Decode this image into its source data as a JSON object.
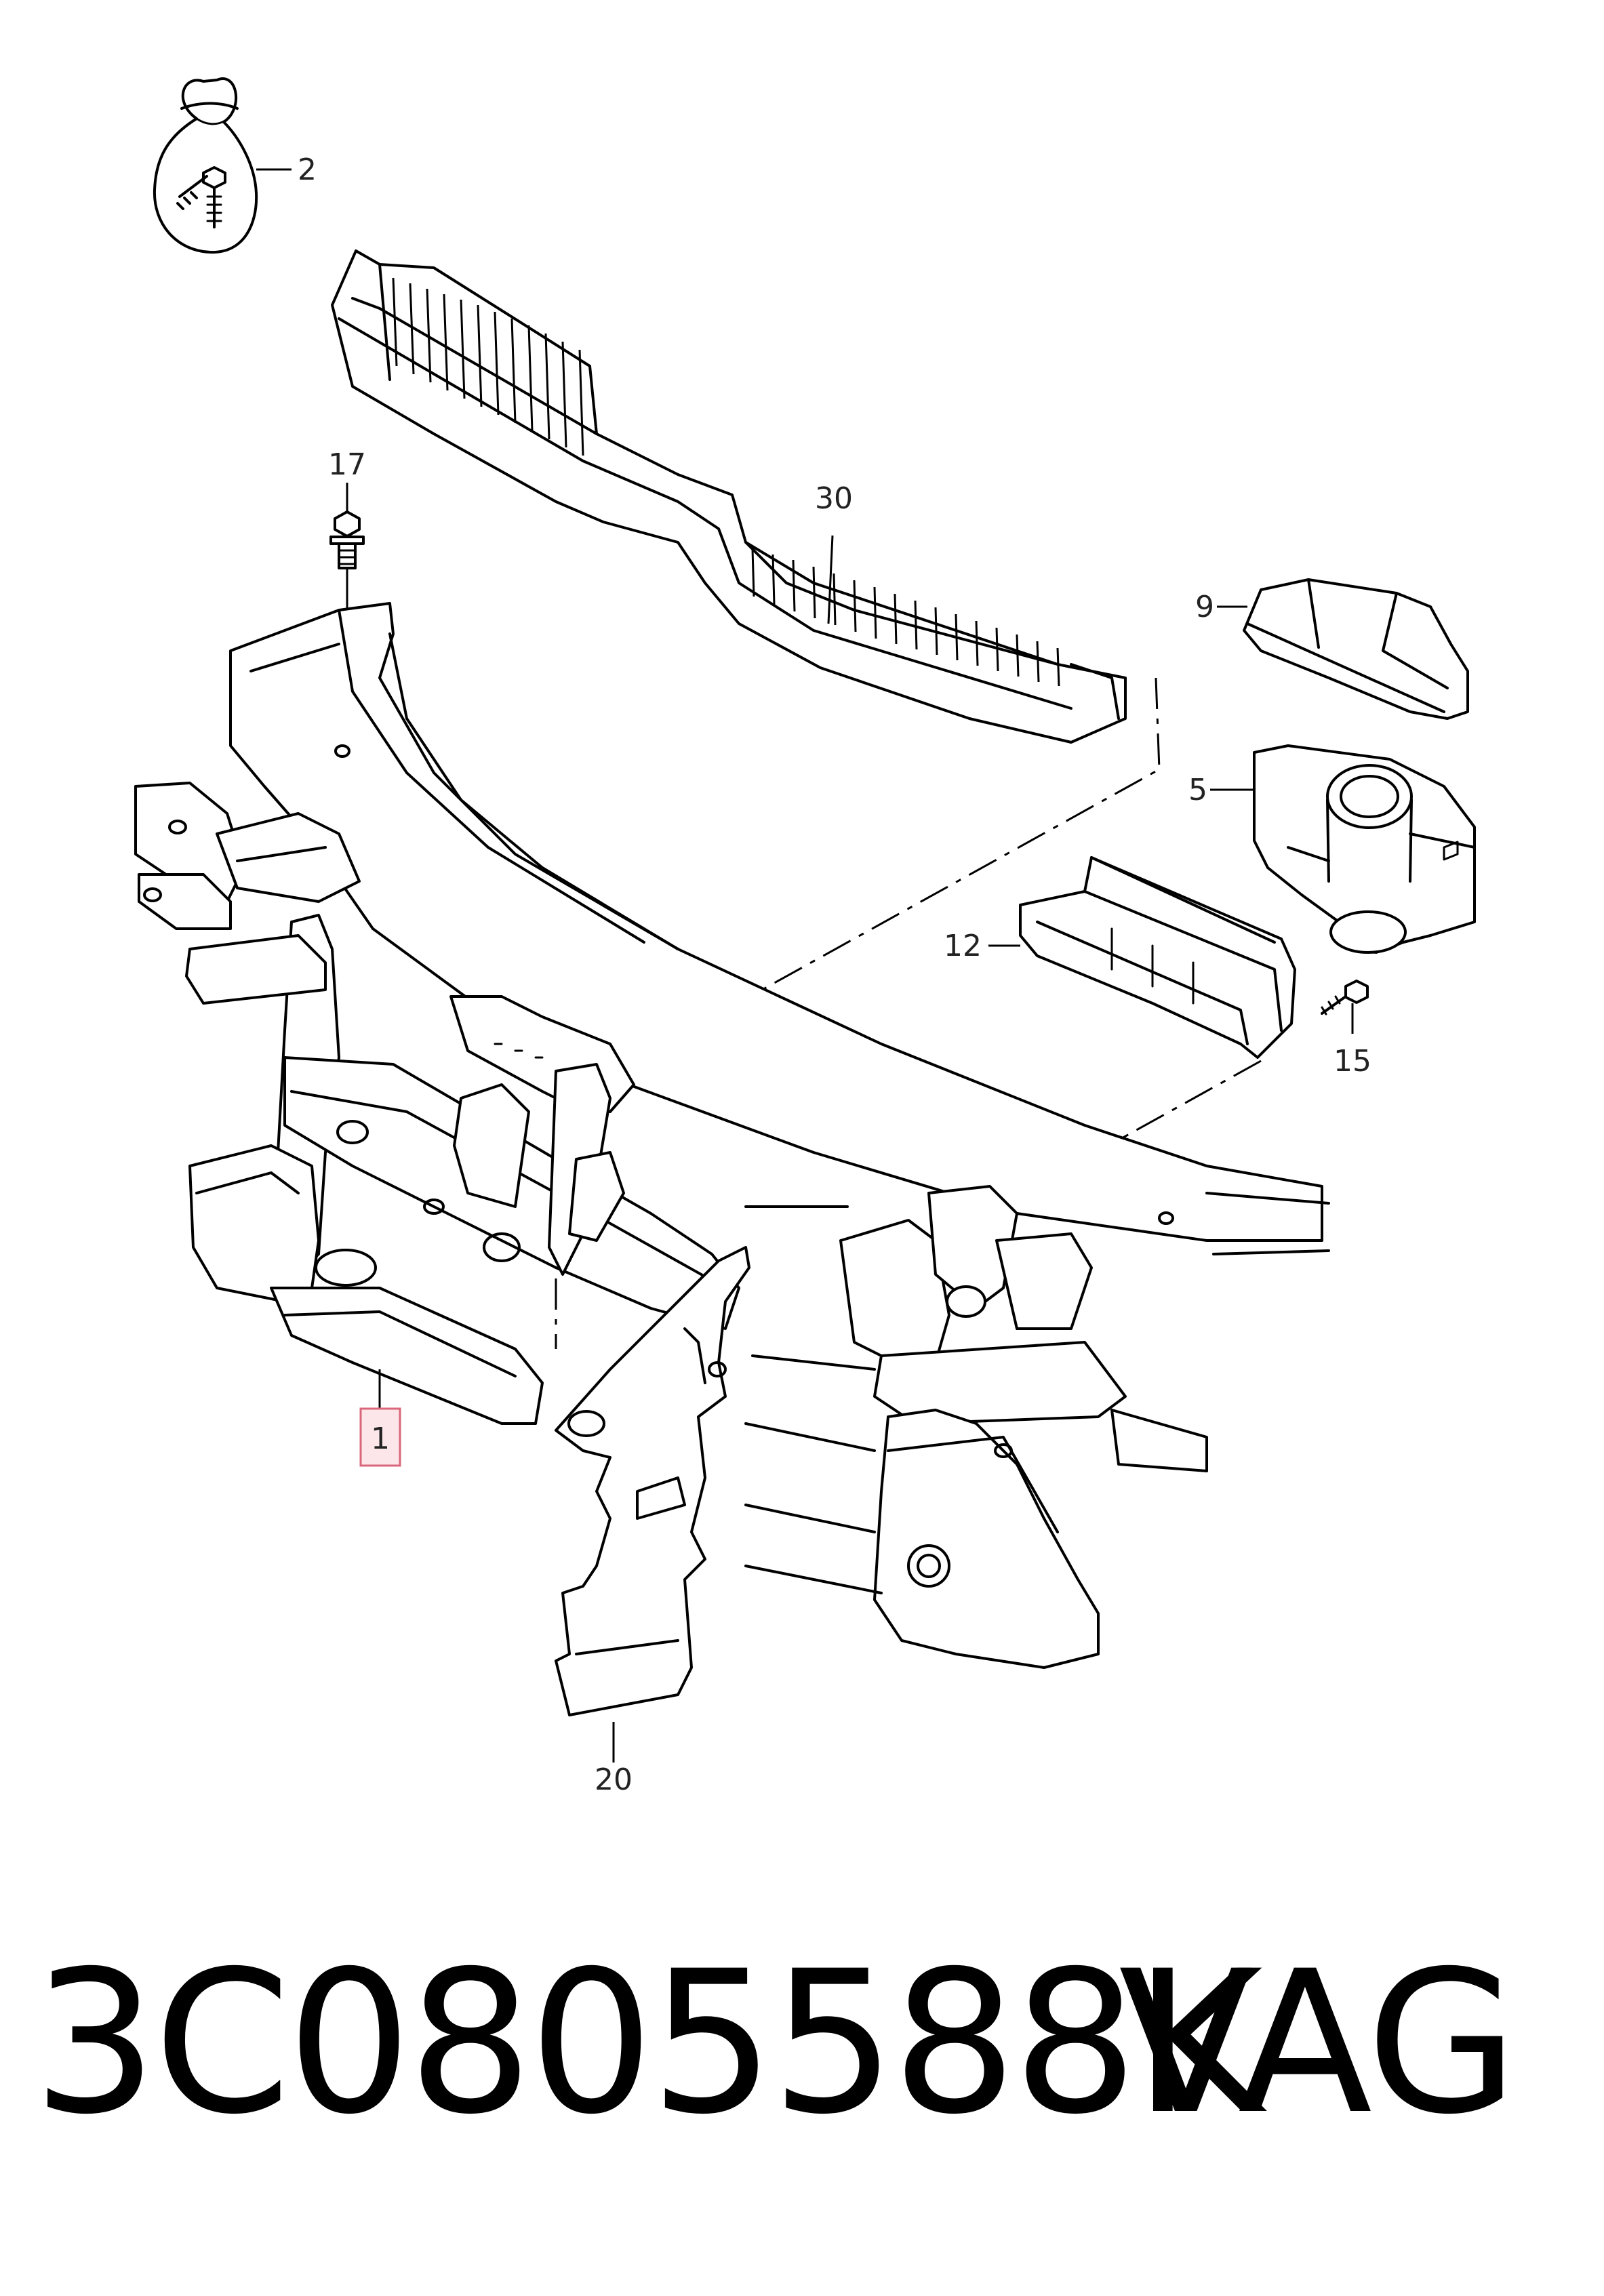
{
  "callouts": {
    "c1": "1",
    "c2": "2",
    "c5": "5",
    "c9": "9",
    "c12": "12",
    "c15": "15",
    "c17": "17",
    "c20": "20",
    "c30": "30"
  },
  "footer": {
    "part_number": "3C0805588K",
    "brand": "VAG"
  },
  "colors": {
    "line": "#000000",
    "highlight_fill": "#fde6ea",
    "highlight_stroke": "#d9667a"
  }
}
